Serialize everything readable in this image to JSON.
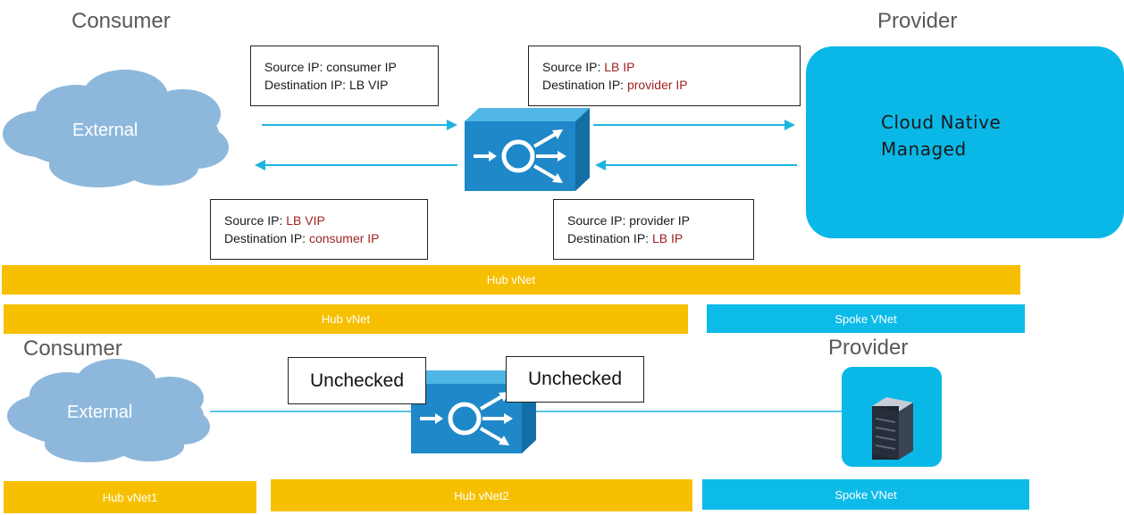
{
  "top": {
    "consumer_heading": "Consumer",
    "provider_heading": "Provider",
    "external_label": "External",
    "cloud_native": {
      "line1": "Cloud Native",
      "line2": "Managed"
    },
    "box_forward_in": {
      "src_key": "Source IP: ",
      "src_val": "consumer IP",
      "dst_key": "Destination IP: ",
      "dst_val": "LB VIP"
    },
    "box_forward_out": {
      "src_key": "Source IP: ",
      "src_val": "LB IP",
      "dst_key": "Destination IP: ",
      "dst_val": "provider IP"
    },
    "box_return_out": {
      "src_key": "Source IP: ",
      "src_val": "LB VIP",
      "dst_key": "Destination IP: ",
      "dst_val": "consumer IP"
    },
    "box_return_in": {
      "src_key": "Source IP: ",
      "src_val": "provider IP",
      "dst_key": "Destination IP: ",
      "dst_val": "LB IP"
    },
    "hub_vnet_wide": "Hub vNet",
    "hub_vnet": "Hub vNet",
    "spoke_vnet": "Spoke VNet"
  },
  "bottom": {
    "consumer_heading": "Consumer",
    "provider_heading": "Provider",
    "external_label": "External",
    "unchecked_left": "Unchecked",
    "unchecked_right": "Unchecked",
    "hub_vnet1": "Hub vNet1",
    "hub_vnet2": "Hub vNet2",
    "spoke_vnet": "Spoke VNet"
  },
  "colors": {
    "arrow": "#1fb4dd",
    "cloud": "#8db8dc",
    "gold_bar": "#f6c000",
    "blue_bar": "#0dbbe8",
    "lb_front": "#1e88c8",
    "lb_top": "#4fb6e6",
    "lb_side": "#146ea6",
    "highlight_text": "#9c1f1f"
  }
}
